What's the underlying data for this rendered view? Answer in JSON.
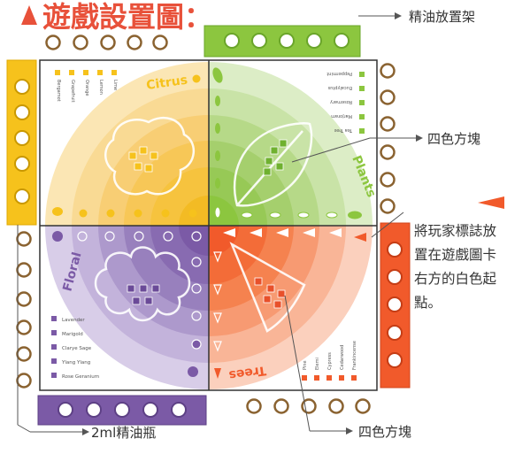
{
  "title": "遊戲設置圖：",
  "annotations": {
    "oil_rack": "精油放置架",
    "color_block_top": "四色方塊",
    "color_block_bottom": "四色方塊",
    "bottle": "2ml精油瓶",
    "player_marker_note": "將玩家標誌放置在遊戲圖卡右方的白色起點。"
  },
  "quadrants": {
    "citrus": {
      "name": "Citrus",
      "color": "#f6c21c",
      "oils": [
        "Bergamot",
        "Grapefruit",
        "Orange",
        "Lemon",
        "Lime"
      ]
    },
    "plants": {
      "name": "Plants",
      "color": "#8cc63f",
      "oils": [
        "Peppermint",
        "Eucalyptus",
        "Rosemary",
        "Marjoram",
        "Tea Tree"
      ]
    },
    "floral": {
      "name": "Floral",
      "color": "#7b5aa6",
      "oils": [
        "Lavender",
        "Marigold",
        "Clarye Sage",
        "Ylang Ylang",
        "Rose Geranium"
      ]
    },
    "trees": {
      "name": "Trees",
      "color": "#f15a2b",
      "oils": [
        "Pine",
        "Elemi",
        "Cypress",
        "Cedarwood",
        "Frankincense"
      ]
    }
  },
  "colors": {
    "title_red": "#e8513a",
    "green_rack": "#8cc63f",
    "yellow_rack": "#f6c21c",
    "purple_rack": "#7b5aa6",
    "orange_rack": "#f15a2b",
    "ring_brown": "#8a6230"
  }
}
